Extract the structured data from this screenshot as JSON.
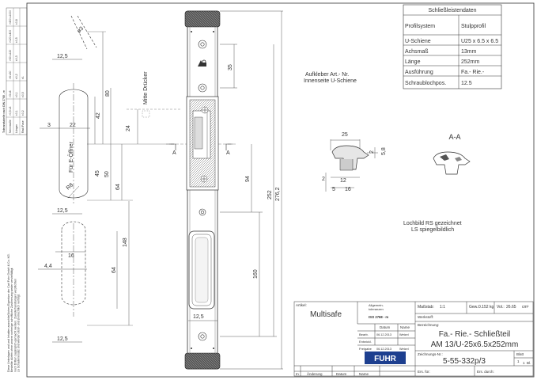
{
  "dims_left": {
    "w12_5_top": "12,5",
    "dia3": "ø3",
    "d80": "80",
    "d42": "42",
    "d3": "3",
    "d22": "22",
    "d24": "24",
    "d45": "45",
    "d50": "50",
    "r8": "R8",
    "d64a": "64",
    "w12_5_mid": "12,5",
    "d148": "148",
    "d4_4": "4,4",
    "d16": "16",
    "d64b": "64",
    "w12_5_bot": "12,5"
  },
  "labels": {
    "fuer_e_oeffner": "Für E-Öffner",
    "mitte_druecker": "Mitte Drücker",
    "section_A_left": "A",
    "section_A_right": "A",
    "section_title": "A-A",
    "aufkleber_line1": "Aufkleber Art.- Nr.",
    "aufkleber_line2": "Innenseite U-Schiene",
    "lochbild_line1": "Lochbild RS gezeichnet",
    "lochbild_line2": "LS spiegelbildlich"
  },
  "dims_center": {
    "d35": "35",
    "d94": "94",
    "d160": "160",
    "d252": "252",
    "d276_2": "276,2",
    "d12_5": "12,5"
  },
  "dims_section": {
    "d25": "25",
    "d5_8": "5,8",
    "d2a": "2",
    "d2b": "2",
    "d12": "12",
    "d16": "16",
    "d5": "5"
  },
  "copyright": {
    "line1": "Diese Unterlagen und und Inhalten ausschließliches Eigentum der Carl Fuhr GmbH & Co. KG.",
    "line2": "Bestellte dürfen ohne unsere vorherige schriftliche Zustimmung weder vervielfältigt",
    "line3": "noch Dritten zugänglich gemacht werden. Zuwiderhandlungen verpflichten",
    "line4": "zu Schadenersatz und werden straf- und zivilrechtlich verfolgt."
  },
  "tolerance_table": {
    "title": "Toleranztabelle nach DIN 2768 - m",
    "rows": [
      [
        "Nennmaße",
        ">0,5 ≤3",
        ">3 ≤6",
        ">6 ≤30",
        ">30 ≤120",
        ">120 ≤400",
        ">400 ≤1000"
      ],
      [
        "Längen",
        "±0,1",
        "±0,1",
        "±0,2",
        "±0,3",
        "±0,5",
        "±0,8"
      ],
      [
        "Rad./Fase",
        "±0,2",
        "±0,5",
        "±1",
        "",
        "",
        ""
      ]
    ]
  },
  "data_table": {
    "title": "Schließleistendaten",
    "rows": [
      {
        "k": "Profilsystem",
        "v": "Stulpprofil"
      },
      {
        "k": "U-Schiene",
        "v": "U25 x 6.5 x 6.5"
      },
      {
        "k": "Achsmaß",
        "v": "13mm"
      },
      {
        "k": "Länge",
        "v": "252mm"
      },
      {
        "k": "Ausführung",
        "v": "Fa.- Rie.-"
      },
      {
        "k": "Schraublochpos.",
        "v": "12.5"
      }
    ]
  },
  "title_block": {
    "artikel_label": "Artikel:",
    "artikel": "Multisafe",
    "allg_tol_label1": "Allgemein-",
    "allg_tol_label2": "toleranzen",
    "allg_tol": "ISO 2768 - m",
    "massstab_label": "Maßstab:",
    "massstab": "1:1",
    "gew_label": "Gew.:",
    "gew": "0.152",
    "gew_unit": "kg",
    "vol_label": "Vol.:",
    "vol": "26.65",
    "vol_unit": "cm³",
    "werkstoff_label": "Werkstoff:",
    "datum_head": "Datum",
    "name_head": "Name",
    "bearb_label": "Bearb.",
    "bearb_date": "06.12.2013",
    "bearb_name": "Wetzel",
    "entwickl_label": "Entwickl.",
    "freigabe_label": "Freigabe",
    "freigabe_date": "06.12.2013",
    "freigabe_name": "Wetzel",
    "bez_label": "Bezeichnung:",
    "bez_line1": "Fa.- Rie.- Schließteil",
    "bez_line2": "AM 13/U-25x6.5x252mm",
    "logo": "FUHR",
    "zeichnr_label": "Zeichnungs-Nr.:",
    "zeichnr": "5-55-332p/3",
    "blatt_label": "Blatt",
    "blatt": "1",
    "bl_label": "Bl.",
    "bl": "1",
    "ers_fuer": "Ers. für:",
    "ers_durch": "Ers. durch:",
    "aend_idx": "In",
    "aend_label": "Änderung",
    "aend_datum": "Datum",
    "aend_name": "Name"
  }
}
